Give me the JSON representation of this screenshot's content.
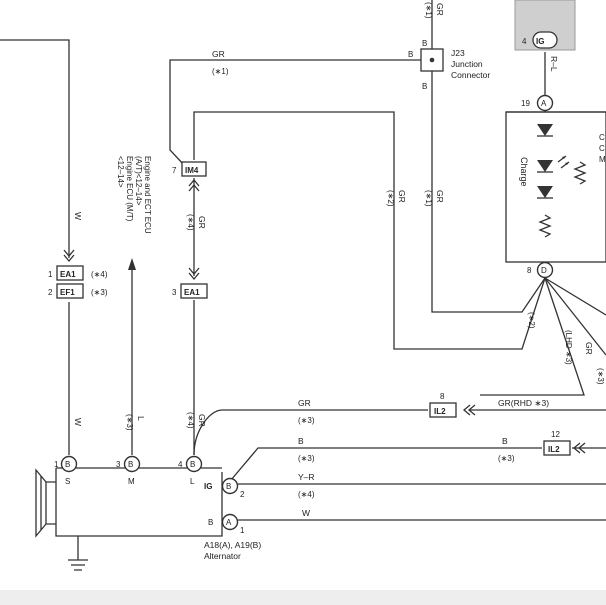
{
  "wire_colors": {
    "w_left": "W",
    "w_left_bottom": "W",
    "gr_top": "GR",
    "gr_top_vertical": "GR",
    "gr_im4_down": "GR",
    "gr_s2": "GR",
    "gr_s1": "GR",
    "rl": "R–L",
    "l_wire": "L",
    "gr_s4": "GR",
    "gr_mid": "GR",
    "gr_rhd": "GR(RHD ∗3)",
    "gr_lhd": "GR",
    "b_1": "B",
    "b_2": "B",
    "yr": "Y–R",
    "w_bottom": "W"
  },
  "notes": {
    "s1_top": "(∗1)",
    "s1_gr": "(∗1)",
    "s1_vert": "(∗1)",
    "s2": "(∗2)",
    "s2_right": "(∗2)",
    "s4_vert": "(∗4)",
    "s3_l": "(∗3)",
    "s4_gr": "(∗4)",
    "s4_ea1": "(∗4)",
    "s3_ef1": "(∗3)",
    "s3_gr": "(∗3)",
    "s3_b": "(∗3)",
    "s3_b_right": "(∗3)",
    "s4_yr": "(∗4)",
    "lhd": "(LHD ∗3)",
    "right_cut": "(∗3)"
  },
  "junction_connector": {
    "pin_top": "B",
    "pin_left": "B",
    "pin_bottom": "B",
    "code": "J23",
    "line1": "Junction",
    "line2": "Connector"
  },
  "ig_connector": {
    "pin": "4",
    "code": "IG"
  },
  "combination_meter": {
    "pin_top": "19",
    "pin_top_letter": "A",
    "pin_bottom": "8",
    "pin_bottom_letter": "D",
    "charge_label": "Charge",
    "cut_label_1": "C",
    "cut_label_2": "C",
    "cut_label_3": "M"
  },
  "im4": {
    "pin": "7",
    "code": "IM4"
  },
  "ea1_top": {
    "pin": "1",
    "code": "EA1"
  },
  "ef1": {
    "pin": "2",
    "code": "EF1"
  },
  "ea1_mid": {
    "pin": "3",
    "code": "EA1"
  },
  "engine_ecu": {
    "line1": "Engine and ECT ECU",
    "line2": "(A/T)<12–14>",
    "line3": "Engine ECU (M/T)",
    "line4": "<12–14>"
  },
  "il2_a": {
    "pin": "8",
    "code": "IL2"
  },
  "il2_b": {
    "pin": "12",
    "code": "IL2"
  },
  "alternator": {
    "pin_s_num": "1",
    "pin_s_letter": "B",
    "terminal_s": "S",
    "pin_m_num": "3",
    "pin_m_letter": "B",
    "terminal_m": "M",
    "pin_l_num": "4",
    "pin_l_letter": "B",
    "terminal_l": "L",
    "terminal_ig": "IG",
    "pin_ig_letter": "B",
    "pin_ig_num": "2",
    "terminal_b": "B",
    "pin_b_letter": "A",
    "pin_b_num": "1",
    "connector_codes": "A18(A), A19(B)",
    "name": "Alternator"
  }
}
